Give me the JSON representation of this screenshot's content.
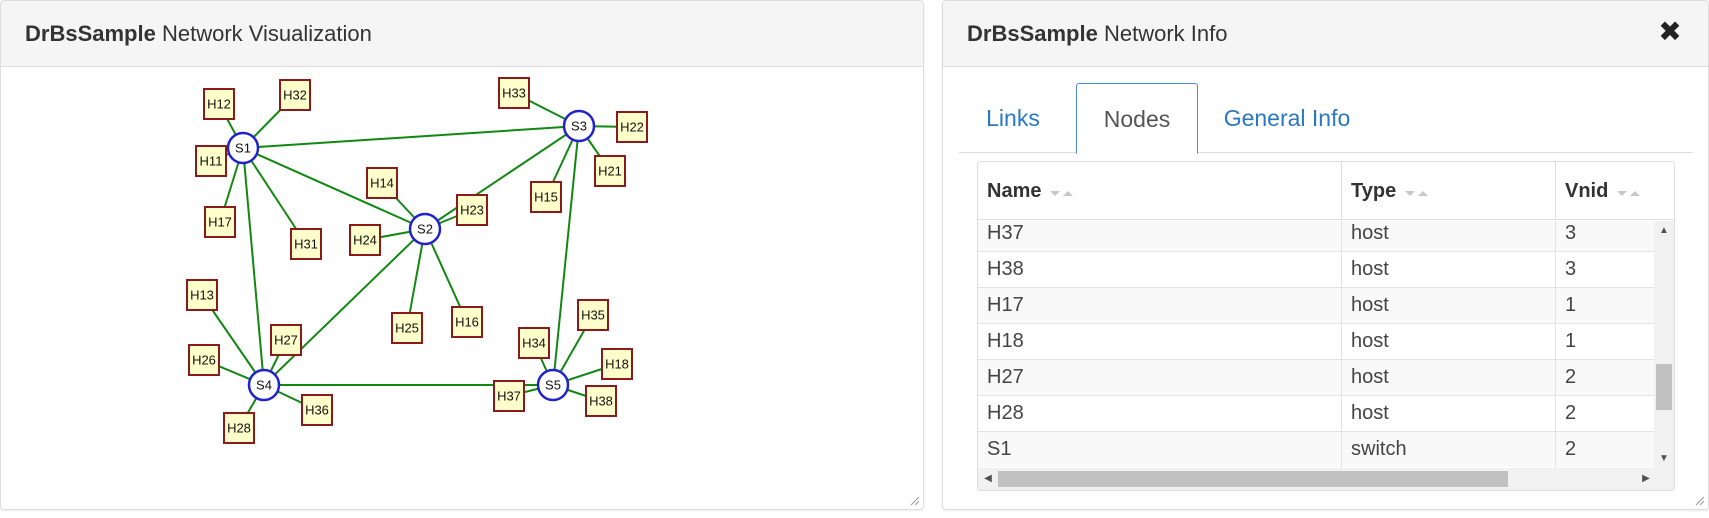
{
  "visualization_panel": {
    "title_bold": "DrBsSample",
    "title_rest": " Network Visualization"
  },
  "info_panel": {
    "title_bold": "DrBsSample",
    "title_rest": " Network Info",
    "close_icon": "close-icon"
  },
  "tabs": [
    {
      "label": "Links",
      "active": false
    },
    {
      "label": "Nodes",
      "active": true
    },
    {
      "label": "General Info",
      "active": false
    }
  ],
  "table": {
    "columns": [
      "Name",
      "Type",
      "Vnid"
    ],
    "rows": [
      {
        "name": "H37",
        "type": "host",
        "vnid": "3"
      },
      {
        "name": "H38",
        "type": "host",
        "vnid": "3"
      },
      {
        "name": "H17",
        "type": "host",
        "vnid": "1"
      },
      {
        "name": "H18",
        "type": "host",
        "vnid": "1"
      },
      {
        "name": "H27",
        "type": "host",
        "vnid": "2"
      },
      {
        "name": "H28",
        "type": "host",
        "vnid": "2"
      },
      {
        "name": "S1",
        "type": "switch",
        "vnid": "2"
      }
    ],
    "vertical_scroll_fraction": 0.75,
    "horizontal_scroll_fraction": 0.0
  },
  "network": {
    "switches": [
      "S1",
      "S2",
      "S3",
      "S4",
      "S5"
    ],
    "hosts": [
      "H12",
      "H32",
      "H11",
      "H17",
      "H31",
      "H33",
      "H22",
      "H21",
      "H15",
      "H14",
      "H23",
      "H24",
      "H25",
      "H16",
      "H13",
      "H26",
      "H27",
      "H28",
      "H36",
      "H34",
      "H35",
      "H18",
      "H37",
      "H38"
    ],
    "links": [
      [
        "S1",
        "S3"
      ],
      [
        "S1",
        "S2"
      ],
      [
        "S1",
        "S4"
      ],
      [
        "S2",
        "S3"
      ],
      [
        "S2",
        "S4"
      ],
      [
        "S3",
        "S5"
      ],
      [
        "S4",
        "S5"
      ],
      [
        "S1",
        "H12"
      ],
      [
        "S1",
        "H32"
      ],
      [
        "S1",
        "H11"
      ],
      [
        "S1",
        "H17"
      ],
      [
        "S1",
        "H31"
      ],
      [
        "S3",
        "H33"
      ],
      [
        "S3",
        "H22"
      ],
      [
        "S3",
        "H21"
      ],
      [
        "S3",
        "H15"
      ],
      [
        "S2",
        "H14"
      ],
      [
        "S2",
        "H23"
      ],
      [
        "S2",
        "H24"
      ],
      [
        "S2",
        "H25"
      ],
      [
        "S2",
        "H16"
      ],
      [
        "S4",
        "H13"
      ],
      [
        "S4",
        "H26"
      ],
      [
        "S4",
        "H27"
      ],
      [
        "S4",
        "H28"
      ],
      [
        "S4",
        "H36"
      ],
      [
        "S5",
        "H34"
      ],
      [
        "S5",
        "H35"
      ],
      [
        "S5",
        "H18"
      ],
      [
        "S5",
        "H37"
      ],
      [
        "S5",
        "H38"
      ]
    ],
    "colors": {
      "link": "#118811",
      "switch_stroke": "#2222cc",
      "host_fill": "#ffffcc",
      "host_stroke": "#8b1a1a"
    }
  }
}
